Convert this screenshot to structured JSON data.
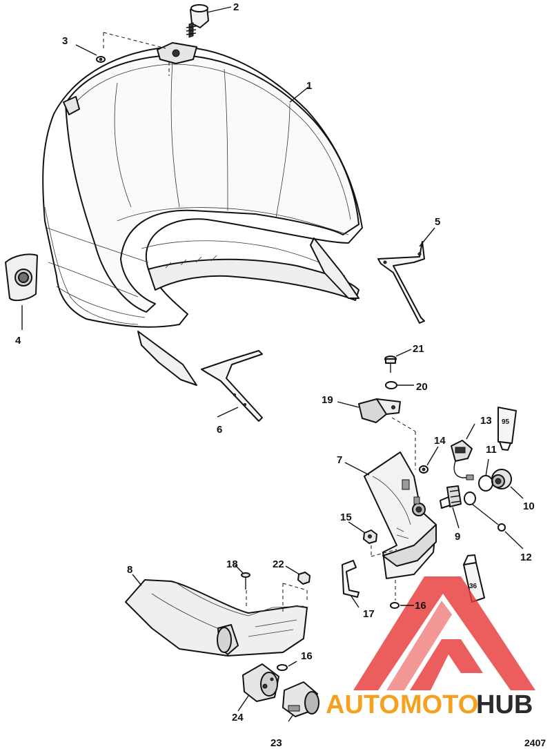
{
  "callouts": {
    "c1": "1",
    "c2": "2",
    "c3": "3",
    "c4": "4",
    "c5": "5",
    "c6": "6",
    "c7": "7",
    "c8": "8",
    "c9": "9",
    "c10": "10",
    "c11": "11",
    "c12": "12",
    "c13": "13",
    "c14": "14",
    "c15": "15",
    "c16a": "16",
    "c16b": "16",
    "c17": "17",
    "c18": "18",
    "c19": "19",
    "c20": "20",
    "c21": "21",
    "c22": "22",
    "c23": "23",
    "c24": "24"
  },
  "tubes": {
    "t95": "95",
    "t36": "36"
  },
  "figure_ref": "2407",
  "watermark": {
    "part1": "AUTO",
    "part2": "MOTO",
    "part3": "HUB"
  },
  "colors": {
    "watermark_red": "#e83a3a",
    "watermark_orange": "#f5a01e",
    "watermark_dark": "#2b2b2b"
  }
}
